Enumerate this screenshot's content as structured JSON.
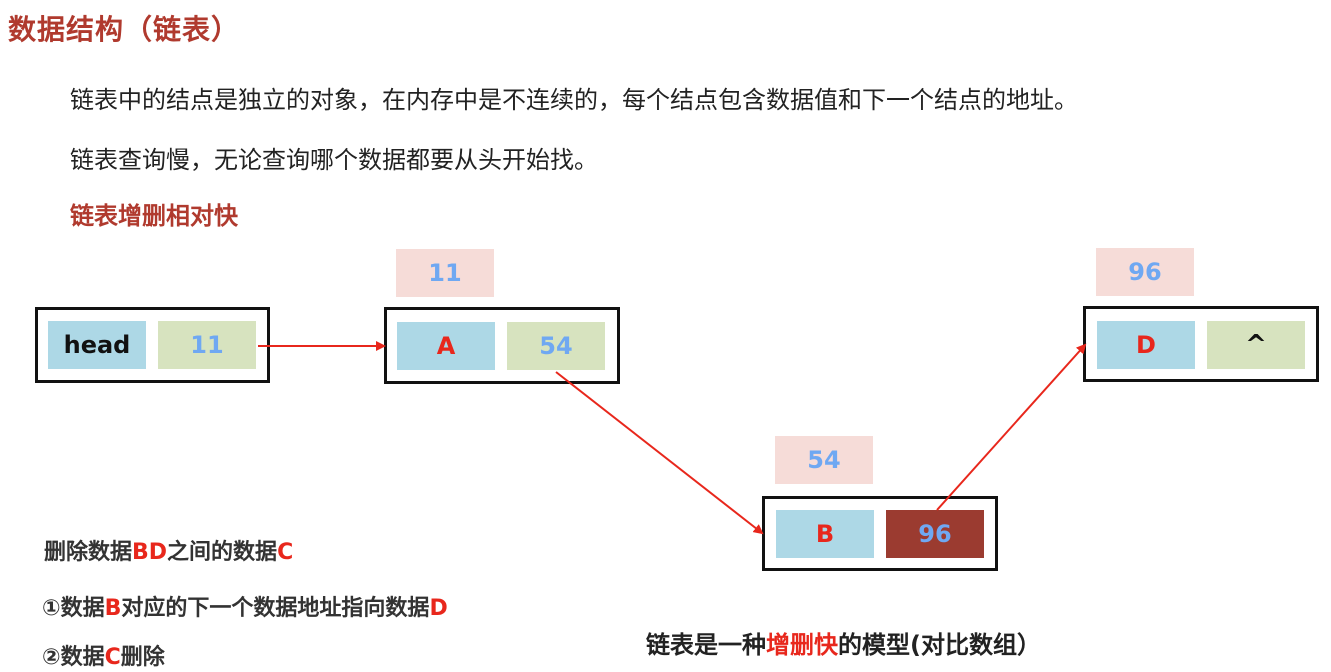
{
  "title": "数据结构（链表）",
  "paragraphs": [
    "链表中的结点是独立的对象，在内存中是不连续的，每个结点包含数据值和下一个结点的地址。",
    "链表查询慢，无论查询哪个数据都要从头开始找。"
  ],
  "subtitle": "链表增删相对快",
  "nodes": {
    "head": {
      "label": "head",
      "next": "11"
    },
    "a": {
      "address": "11",
      "value": "A",
      "next": "54"
    },
    "b": {
      "address": "54",
      "value": "B",
      "next": "96"
    },
    "d": {
      "address": "96",
      "value": "D",
      "next": "^"
    }
  },
  "notes": {
    "line1": {
      "pre": "删除数据",
      "hl1": "BD",
      "mid": "之间的数据",
      "hl2": "C"
    },
    "line2": {
      "pre": "①数据",
      "hl1": "B",
      "mid": "对应的下一个数据地址指向数据",
      "hl2": "D"
    },
    "line3": {
      "pre": "②数据",
      "hl1": "C",
      "post": "删除"
    }
  },
  "bottom": {
    "pre": "链表是一种",
    "hl": "增删快",
    "post": "的模型(对比数组）"
  },
  "colors": {
    "red": "#b03a2e",
    "red_text": "#e8271c",
    "blue_cell": "#add8e6",
    "green_cell": "#d7e3bf",
    "pink_cell": "#f6dcd8",
    "dark_cell": "#9b3b30",
    "light_blue": "#6fa8f2",
    "arrow": "#e8271c"
  }
}
